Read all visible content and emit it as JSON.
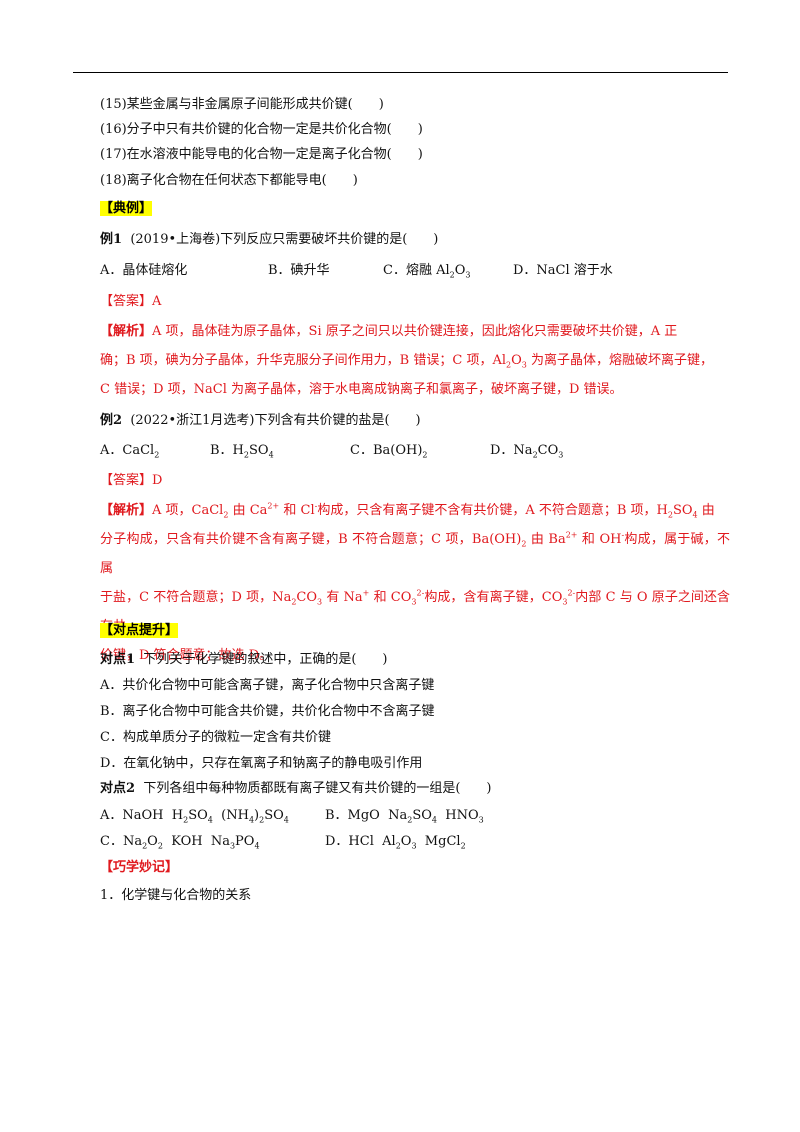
{
  "questions": [
    "(15)某些金属与非金属原子间能形成共价键(　　)",
    "(16)分子中只有共价键的化合物一定是共价化合物(　　)",
    "(17)在水溶液中能导电的化合物一定是离子化合物(　　)",
    "(18)离子化合物在任何状态下都能导电(　　)"
  ],
  "sections": {
    "dianli": "【典例】",
    "duidian": "【对点提升】",
    "qiaoxue": "【巧学妙记】"
  },
  "ex1": {
    "label": "例1",
    "stem": "(2019•上海卷)下列反应只需要破坏共价键的是(　　)",
    "opts": [
      "A．晶体硅熔化",
      "B．碘升华",
      "C．熔融",
      "D．NaCl  溶于水"
    ],
    "opt_c_chem": "Al",
    "opt_c_sub1": "2",
    "opt_c_chem2": "O",
    "opt_c_sub2": "3",
    "answer": "【答案】A",
    "analysis_tag": "【解析】",
    "analysis_1": "A 项，晶体硅为原子晶体，Si  原子之间只以共价键连接，因此熔化只需要破坏共价键，A  正",
    "analysis_2a": "确；B 项，碘为分子晶体，升华克服分子间作用力，B  错误；C 项，",
    "analysis_2b": "为离子晶体，熔融破坏离子键，",
    "analysis_3": "C  错误；D 项，NaCl  为离子晶体，溶于水电离成钠离子和氯离子，破坏离子键，D  错误。"
  },
  "ex2": {
    "label": "例2",
    "stem": "(2022•浙江1月选考)下列含有共价键的盐是(　　)",
    "opts": [
      "A．CaCl",
      "B．H",
      "C．Ba(OH)",
      "D．Na"
    ],
    "answer": "【答案】D",
    "analysis_tag": "【解析】",
    "p1a": "A 项，CaCl",
    "p1b": "由 Ca",
    "p1c": "和 Cl",
    "p1d": "构成，只含有离子键不含有共价键，A 不符合题意；B 项，H",
    "p1e": "SO",
    "p1f": "由",
    "p2a": "分子构成，只含有共价键不含有离子键，B 不符合题意；C 项，Ba(OH)",
    "p2b": "由 Ba",
    "p2c": "和 OH",
    "p2d": "构成，属于碱，不属",
    "p3a": "于盐，C 不符合题意；D 项，Na",
    "p3b": "CO",
    "p3c": "有 Na",
    "p3d": "和 CO",
    "p3e": "构成，含有离子键，CO",
    "p3f": "内部 C 与 O 原子之间还含有共",
    "p4": "价键，D 符合题意；故选 D。"
  },
  "d1": {
    "label": "对点1",
    "stem": "下列关于化学键的叙述中，正确的是(　　)",
    "opts": [
      "A．共价化合物中可能含离子键，离子化合物中只含离子键",
      "B．离子化合物中可能含共价键，共价化合物中不含离子键",
      "C．构成单质分子的微粒一定含有共价键",
      "D．在氧化钠中，只存在氧离子和钠离子的静电吸引作用"
    ]
  },
  "d2": {
    "label": "对点2",
    "stem": "下列各组中每种物质都既有离子键又有共价键的一组是(　　)"
  },
  "memo": "1．化学键与化合物的关系"
}
